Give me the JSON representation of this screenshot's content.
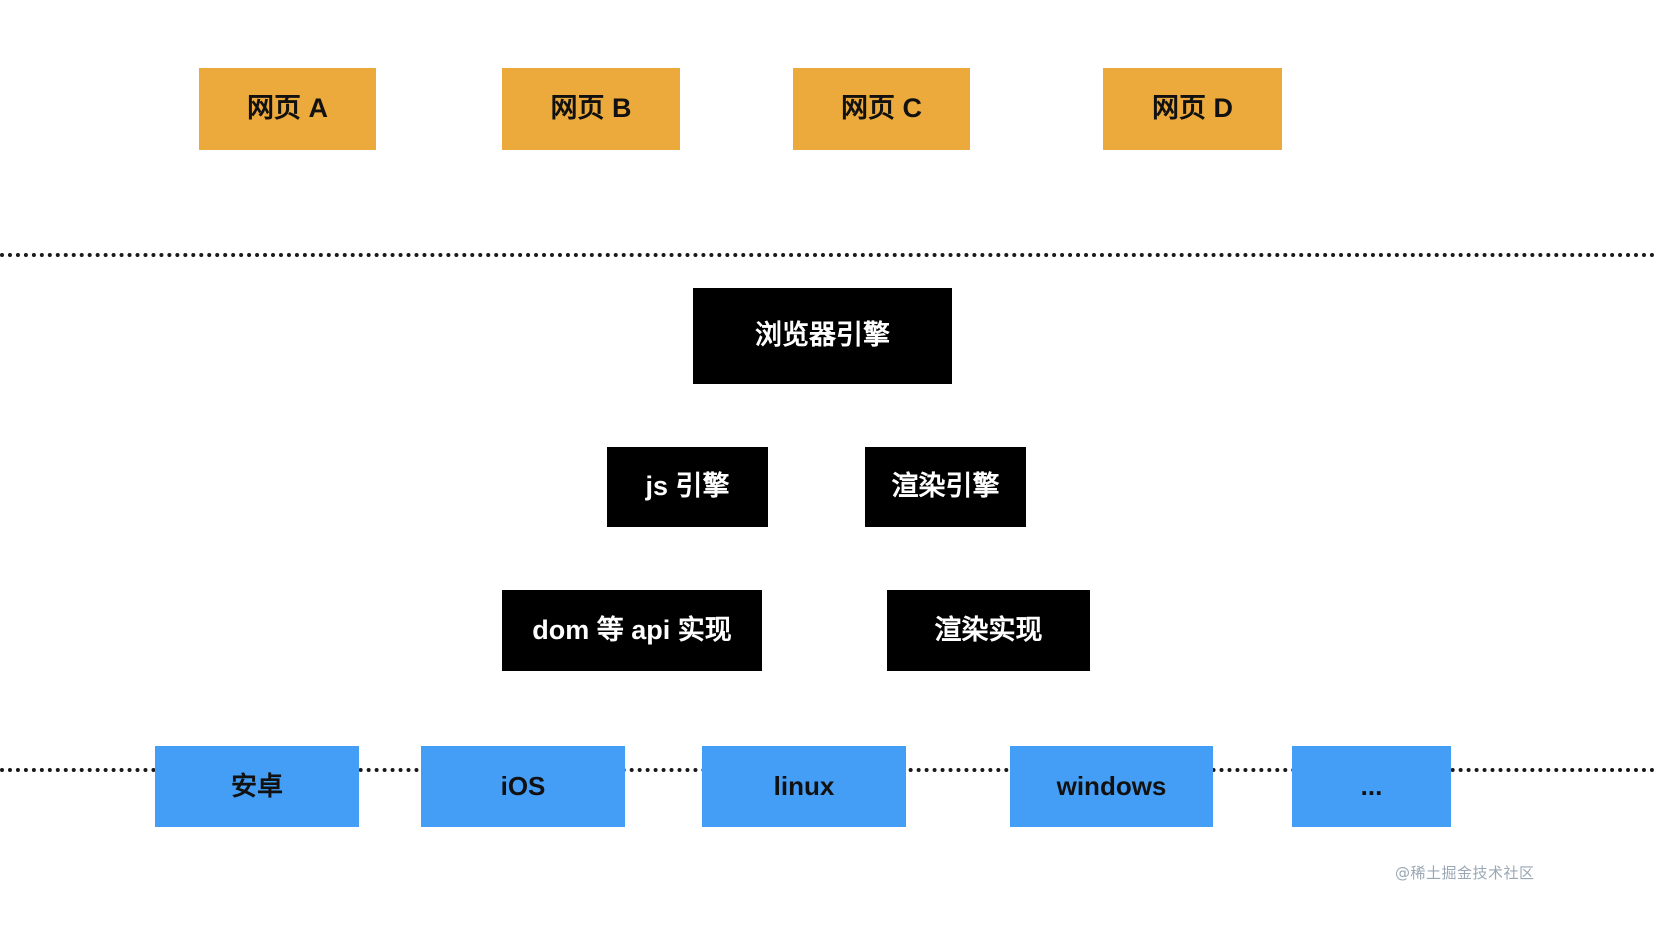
{
  "diagram": {
    "title": "browser-architecture-layers",
    "background_color": "#ffffff",
    "layers": {
      "pages": {
        "color": "#edaa3c",
        "boxes": [
          {
            "label": "网页 A"
          },
          {
            "label": "网页 B"
          },
          {
            "label": "网页 C"
          },
          {
            "label": "网页 D"
          }
        ]
      },
      "engine": {
        "color": "#000000",
        "text_color": "#ffffff",
        "root": {
          "label": "浏览器引擎"
        },
        "row2": [
          {
            "label": "js 引擎"
          },
          {
            "label": "渲染引擎"
          }
        ],
        "row3": [
          {
            "label": "dom 等 api 实现"
          },
          {
            "label": "渲染实现"
          }
        ]
      },
      "os": {
        "color": "#459ef5",
        "boxes": [
          {
            "label": "安卓"
          },
          {
            "label": "iOS"
          },
          {
            "label": "linux"
          },
          {
            "label": "windows"
          },
          {
            "label": "..."
          }
        ]
      }
    },
    "dividers": [
      {
        "name": "pages-engine-divider"
      },
      {
        "name": "engine-os-divider"
      }
    ],
    "watermark": "@稀土掘金技术社区"
  }
}
